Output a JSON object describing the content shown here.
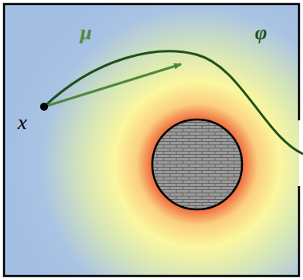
{
  "diagram": {
    "labels": [
      "μ",
      "φ",
      "x"
    ]
  }
}
